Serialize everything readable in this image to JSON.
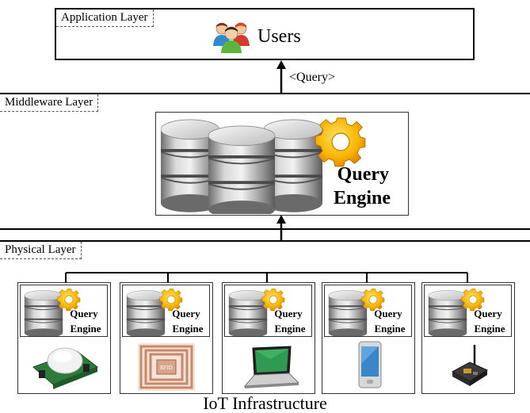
{
  "application_layer": {
    "tag": "Application Layer",
    "users_label": "Users",
    "icon": "users-icon"
  },
  "connector": {
    "query_label": "<Query>"
  },
  "middleware_layer": {
    "tag": "Middleware Layer",
    "engine_label_line1": "Query",
    "engine_label_line2": "Engine",
    "icons": [
      "database-icon",
      "gear-icon"
    ]
  },
  "physical_layer": {
    "tag": "Physical Layer",
    "footer": "IoT Infrastructure",
    "devices": [
      {
        "engine_line1": "Query",
        "engine_line2": "Engine",
        "device_icon": "motion-sensor-icon"
      },
      {
        "engine_line1": "Query",
        "engine_line2": "Engine",
        "device_icon": "rfid-tag-icon",
        "device_text": "RFID"
      },
      {
        "engine_line1": "Query",
        "engine_line2": "Engine",
        "device_icon": "laptop-icon"
      },
      {
        "engine_line1": "Query",
        "engine_line2": "Engine",
        "device_icon": "smartphone-icon"
      },
      {
        "engine_line1": "Query",
        "engine_line2": "Engine",
        "device_icon": "sensor-board-icon"
      }
    ]
  },
  "colors": {
    "gear_orange": "#f5a000",
    "gear_yellow": "#ffd83a",
    "db_silver": "#b9b9b9",
    "rfid_copper": "#c8896a",
    "phone_blue": "#3a86c8",
    "laptop_screen": "#2f9a52"
  }
}
